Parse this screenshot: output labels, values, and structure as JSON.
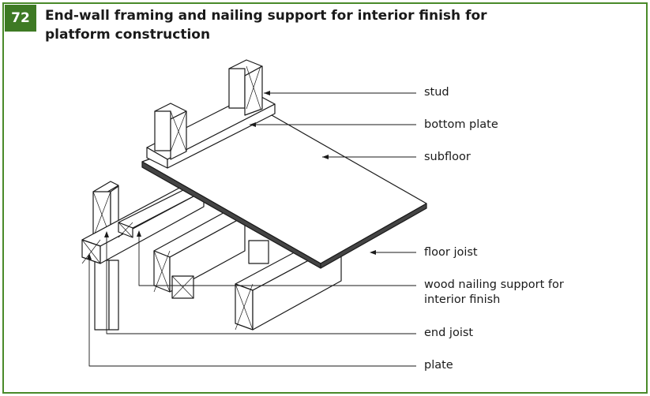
{
  "figure": {
    "number": "72",
    "title_line1": "End-wall framing and nailing support for interior finish for",
    "title_line2": "platform construction"
  },
  "labels": {
    "stud": "stud",
    "bottom_plate": "bottom plate",
    "subfloor": "subfloor",
    "floor_joist": "floor joist",
    "wood_nailing_line1": "wood nailing support for",
    "wood_nailing_line2": "interior finish",
    "end_joist": "end joist",
    "plate": "plate"
  },
  "colors": {
    "accent_green": "#3e7a24",
    "border_green": "#4a8a2a",
    "line": "#1a1a1a"
  }
}
